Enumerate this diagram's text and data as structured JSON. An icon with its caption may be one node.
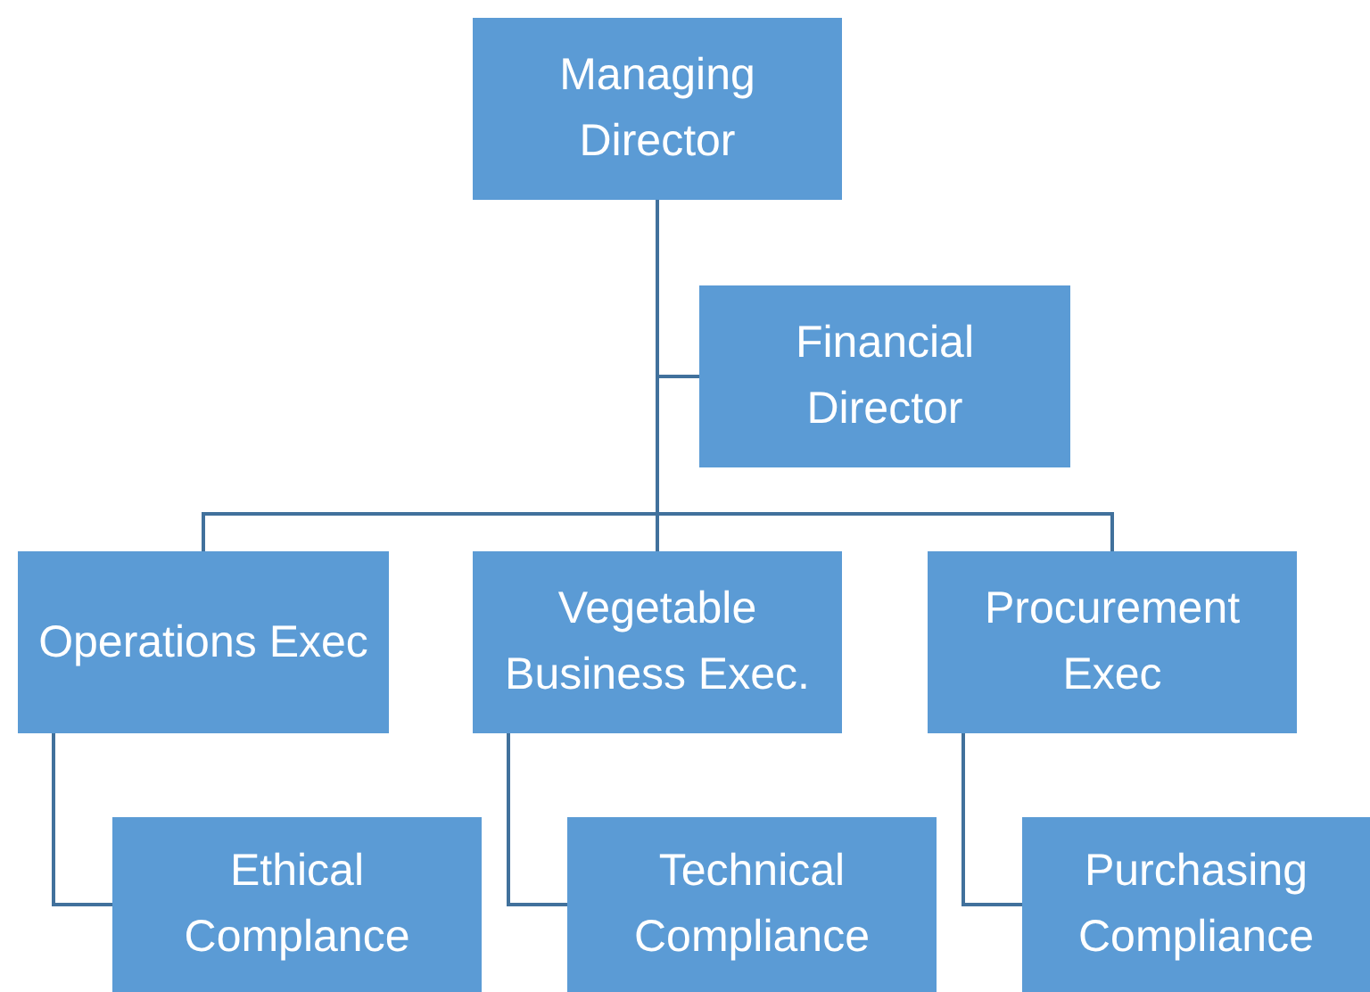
{
  "diagram": {
    "nodes": [
      {
        "text": [
          "Managing Director"
        ]
      },
      {
        "text": [
          "Financial Director"
        ]
      },
      {
        "text": [
          "Operations Exec"
        ]
      },
      {
        "text": [
          "Vegetable Business Exec."
        ]
      },
      {
        "text": [
          "Procurement Exec"
        ]
      },
      {
        "text": [
          "Ethical Complance"
        ]
      },
      {
        "text": [
          "Technical Compliance"
        ]
      },
      {
        "text": [
          "Purchasing Compliance"
        ]
      }
    ],
    "edges": [
      {
        "from": 0,
        "to": 1,
        "arrow": "none"
      },
      {
        "from": 0,
        "to": 2,
        "arrow": "none"
      },
      {
        "from": 0,
        "to": 3,
        "arrow": "none"
      },
      {
        "from": 0,
        "to": 4,
        "arrow": "none"
      },
      {
        "from": 2,
        "to": 5,
        "arrow": "none"
      },
      {
        "from": 3,
        "to": 6,
        "arrow": "none"
      },
      {
        "from": 4,
        "to": 7,
        "arrow": "none"
      }
    ]
  }
}
